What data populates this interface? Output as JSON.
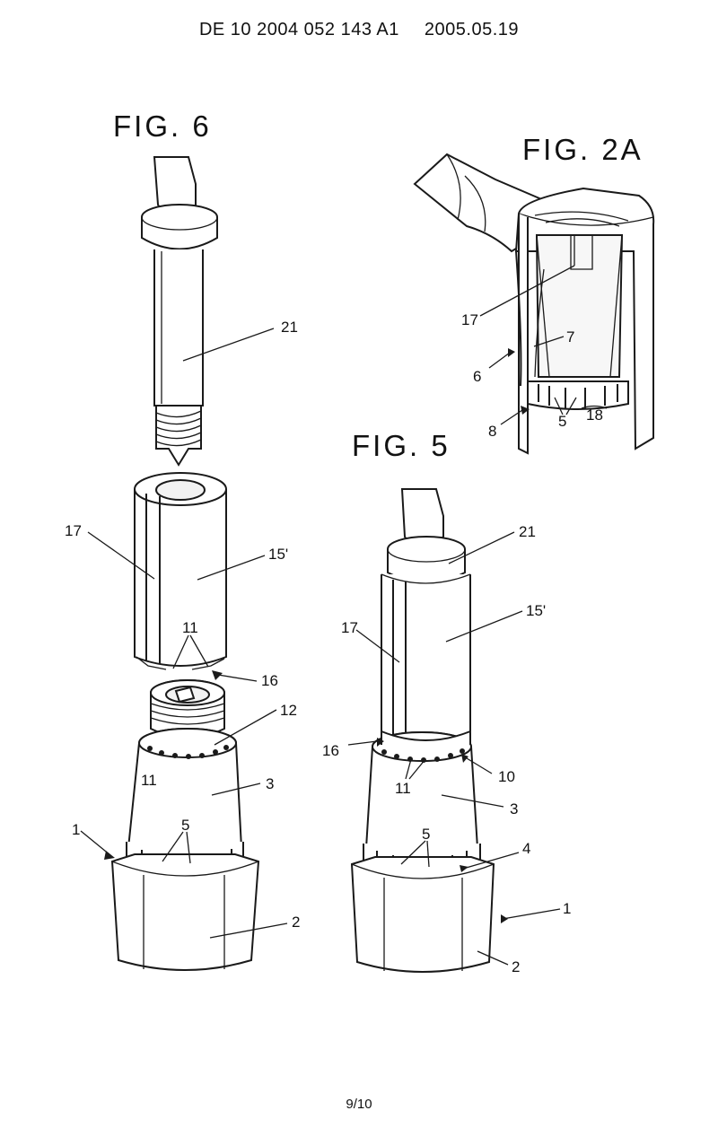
{
  "header": {
    "publication": "DE 10 2004 052 143 A1",
    "date": "2005.05.19"
  },
  "figures": {
    "fig6": "FIG. 6",
    "fig2a": "FIG. 2A",
    "fig5": "FIG. 5"
  },
  "labels": {
    "fig6": {
      "l21": "21",
      "l17": "17",
      "l15": "15'",
      "l11a": "11",
      "l16": "16",
      "l12": "12",
      "l11b": "11",
      "l3": "3",
      "l1": "1",
      "l5": "5",
      "l2": "2"
    },
    "fig2a": {
      "l17": "17",
      "l7": "7",
      "l6": "6",
      "l8": "8",
      "l5": "5",
      "l18": "18"
    },
    "fig5": {
      "l21": "21",
      "l17": "17",
      "l15": "15'",
      "l16": "16",
      "l11": "11",
      "l10": "10",
      "l3": "3",
      "l5": "5",
      "l4": "4",
      "l1": "1",
      "l2": "2"
    }
  },
  "page_number": "9/10"
}
